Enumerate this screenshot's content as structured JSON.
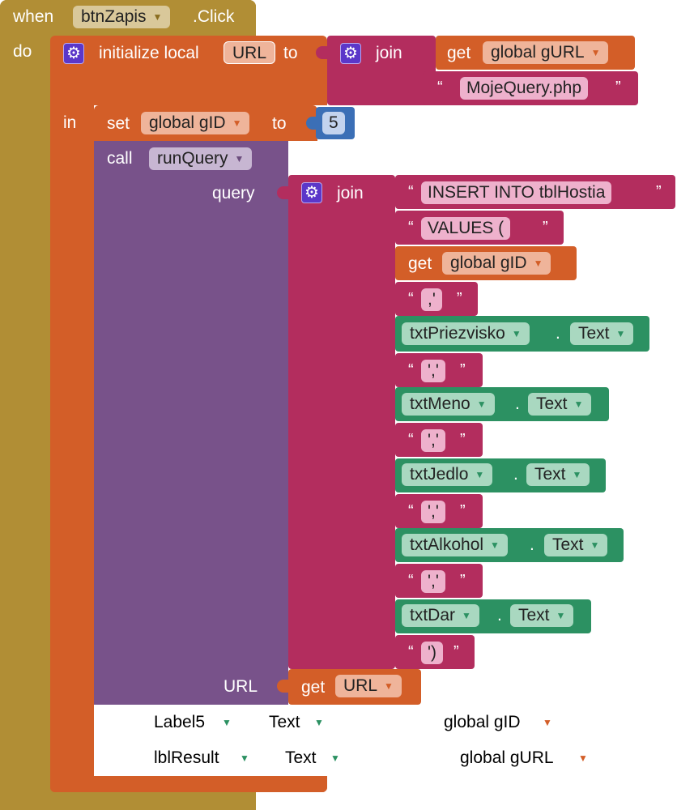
{
  "event": {
    "when": "when",
    "component": "btnZapis",
    "event_name": ".Click",
    "do": "do"
  },
  "local": {
    "initialize": "initialize local",
    "name": "URL",
    "to": "to",
    "join": "join",
    "get": "get",
    "gurl": "global gURL",
    "file": "MojeQuery.php",
    "in": "in"
  },
  "setblock": {
    "set": "set",
    "var": "global gID",
    "to": "to",
    "value": "5"
  },
  "call": {
    "call": "call",
    "proc": "runQuery",
    "query": "query",
    "join": "join",
    "url_label": "URL",
    "get": "get",
    "url_var": "URL"
  },
  "join_items": {
    "insert": "INSERT INTO tblHostia",
    "values": " VALUES (",
    "get": "get",
    "gid": "global gID",
    "sep1": ",'",
    "sep": "','",
    "end": "')",
    "txtPriezvisko": "txtPriezvisko",
    "txtMeno": "txtMeno",
    "txtJedlo": "txtJedlo",
    "txtAlkohol": "txtAlkohol",
    "txtDar": "txtDar",
    "text": "Text",
    "dot": "."
  },
  "quote_open": "“",
  "quote_close": "”",
  "bottom": {
    "label5": "Label5",
    "label5_prop": "Text",
    "gid": "global gID",
    "lblresult": "lblResult",
    "lblresult_prop": "Text",
    "gurl": "global gURL"
  },
  "colors": {
    "event": "#b18e35",
    "variable": "#d35e28",
    "text": "#b32d5e",
    "procedure": "#78528a",
    "component": "#2c9162",
    "math": "#3b6fb6"
  }
}
